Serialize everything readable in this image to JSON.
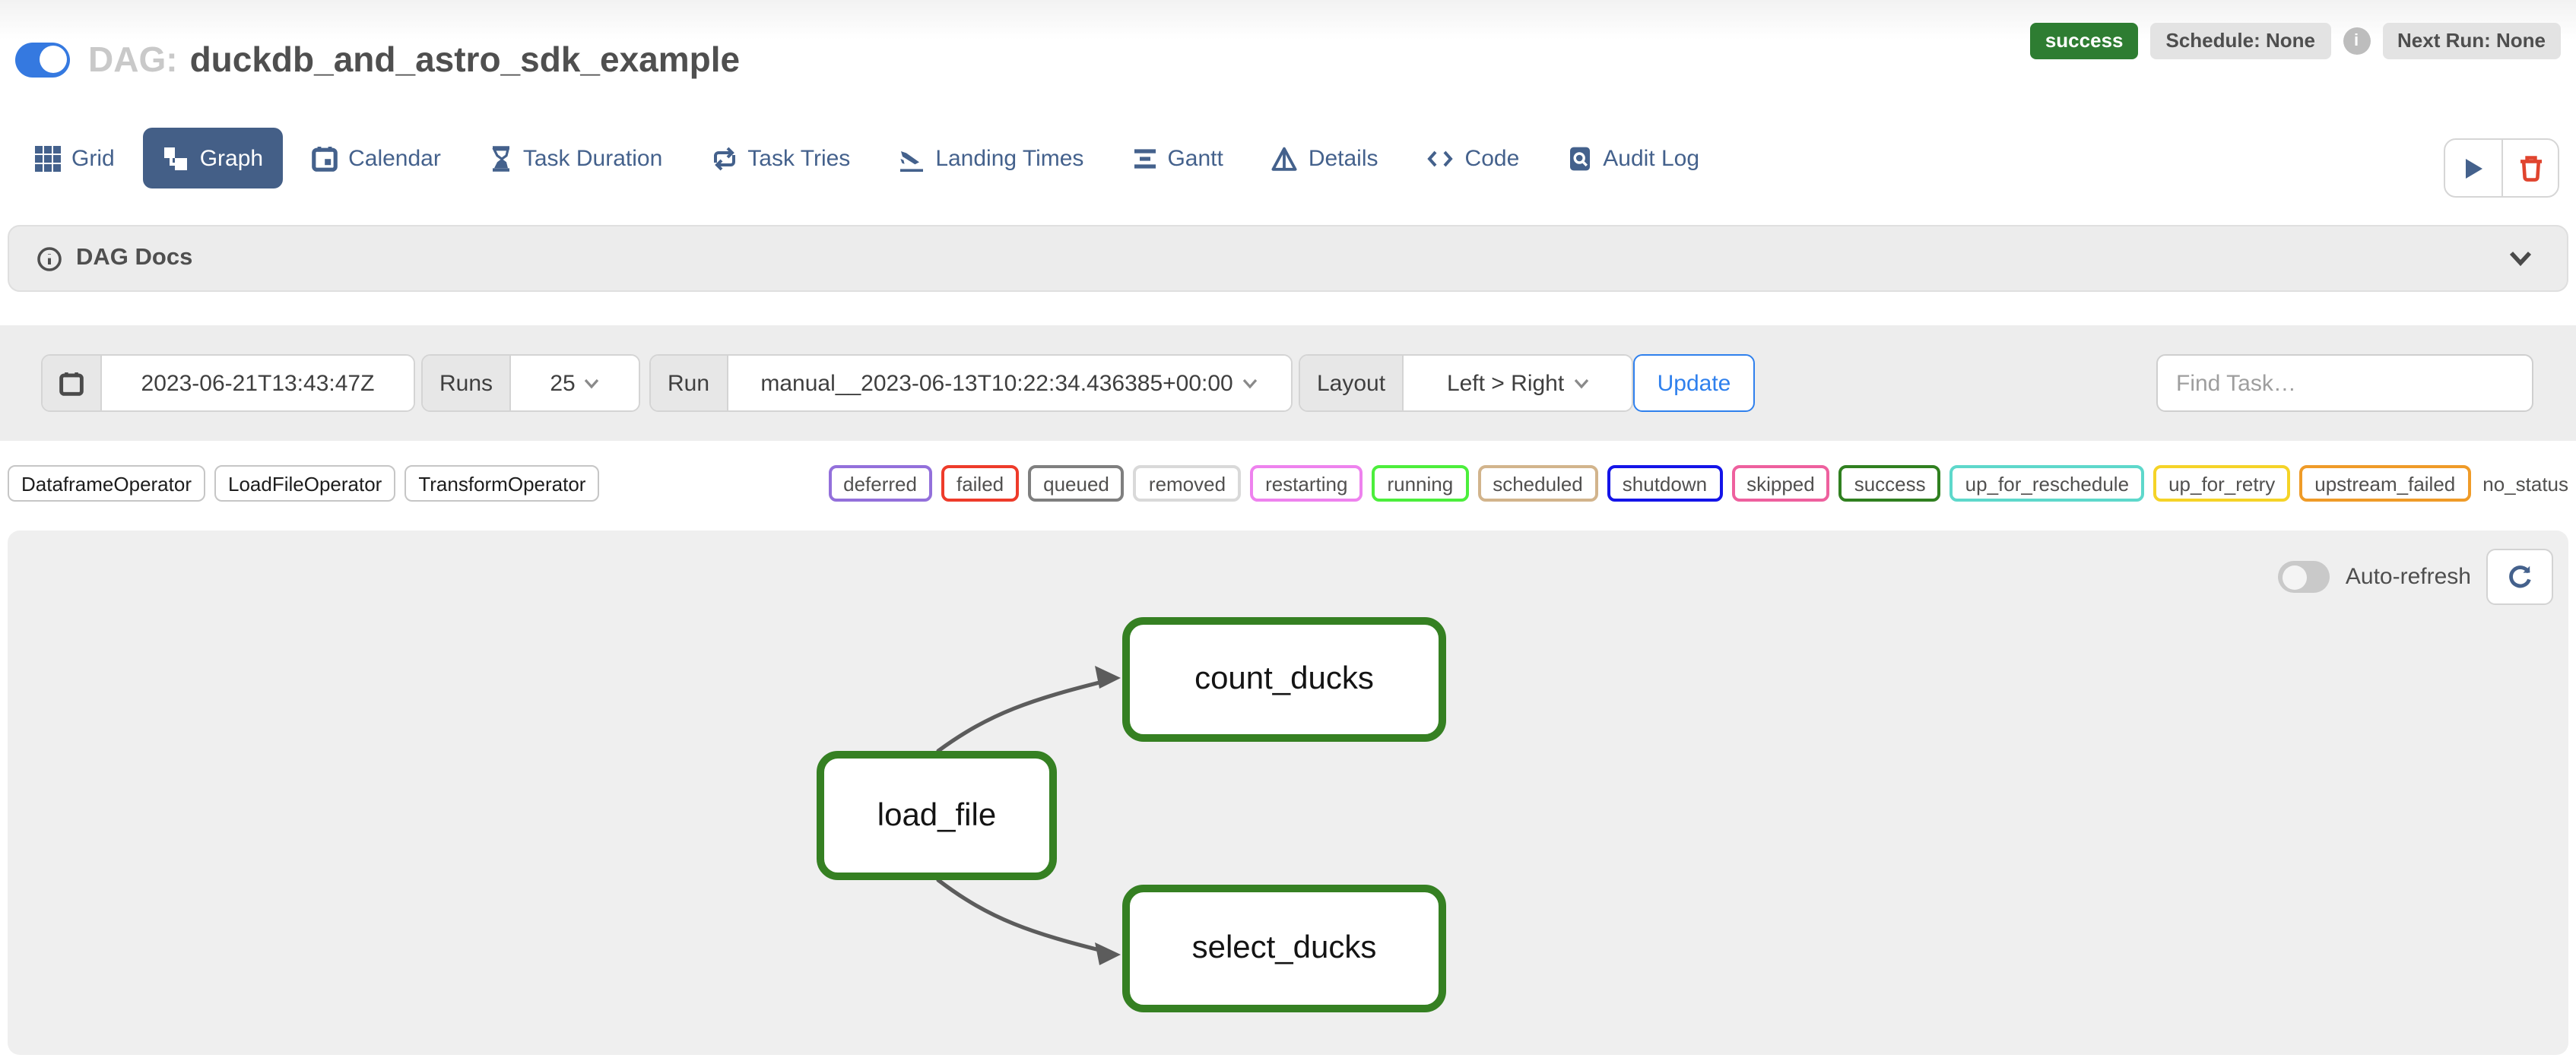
{
  "header": {
    "title_prefix": "DAG:",
    "dag_id": "duckdb_and_astro_sdk_example",
    "pause_toggle_on": true,
    "badges": {
      "status": "success",
      "schedule": "Schedule: None",
      "next_run": "Next Run: None"
    }
  },
  "tabs": [
    {
      "label": "Grid",
      "active": false
    },
    {
      "label": "Graph",
      "active": true
    },
    {
      "label": "Calendar",
      "active": false
    },
    {
      "label": "Task Duration",
      "active": false
    },
    {
      "label": "Task Tries",
      "active": false
    },
    {
      "label": "Landing Times",
      "active": false
    },
    {
      "label": "Gantt",
      "active": false
    },
    {
      "label": "Details",
      "active": false
    },
    {
      "label": "Code",
      "active": false
    },
    {
      "label": "Audit Log",
      "active": false
    }
  ],
  "dag_docs": {
    "label": "DAG Docs"
  },
  "filters": {
    "base_date": "2023-06-21T13:43:47Z",
    "runs_label": "Runs",
    "runs_value": "25",
    "run_label": "Run",
    "run_value": "manual__2023-06-13T10:22:34.436385+00:00",
    "layout_label": "Layout",
    "layout_value": "Left > Right",
    "update_label": "Update",
    "find_task_placeholder": "Find Task…"
  },
  "legend": {
    "operators": [
      {
        "label": "DataframeOperator"
      },
      {
        "label": "LoadFileOperator"
      },
      {
        "label": "TransformOperator"
      }
    ],
    "statuses": [
      {
        "label": "deferred",
        "color": "#9370db"
      },
      {
        "label": "failed",
        "color": "#ee3b2a"
      },
      {
        "label": "queued",
        "color": "#7f7f7f"
      },
      {
        "label": "removed",
        "color": "#d9d9d9"
      },
      {
        "label": "restarting",
        "color": "#ee82ee"
      },
      {
        "label": "running",
        "color": "#4cee3c"
      },
      {
        "label": "scheduled",
        "color": "#d2b48c"
      },
      {
        "label": "shutdown",
        "color": "#1414e8"
      },
      {
        "label": "skipped",
        "color": "#ee609e"
      },
      {
        "label": "success",
        "color": "#308020"
      },
      {
        "label": "up_for_reschedule",
        "color": "#5ed8cb"
      },
      {
        "label": "up_for_retry",
        "color": "#f5d327"
      },
      {
        "label": "upstream_failed",
        "color": "#ef9b28"
      },
      {
        "label": "no_status",
        "color": "none"
      }
    ]
  },
  "graph": {
    "auto_refresh_label": "Auto-refresh",
    "auto_refresh_on": false,
    "nodes": [
      {
        "label": "count_ducks",
        "state": "success",
        "border_color": "#358022"
      },
      {
        "label": "load_file",
        "state": "success",
        "border_color": "#358022"
      },
      {
        "label": "select_ducks",
        "state": "success",
        "border_color": "#358022"
      }
    ],
    "edges": [
      {
        "from": "load_file",
        "to": "count_ducks"
      },
      {
        "from": "load_file",
        "to": "select_ducks"
      }
    ]
  },
  "colors": {
    "active_tab": "#445f87",
    "tab_text": "#44618c",
    "success_badge": "#2e7d32",
    "node_border": "#358022",
    "update_button": "#2f80ed",
    "trash": "#e0442e",
    "dag_toggle": "#3579e0"
  }
}
